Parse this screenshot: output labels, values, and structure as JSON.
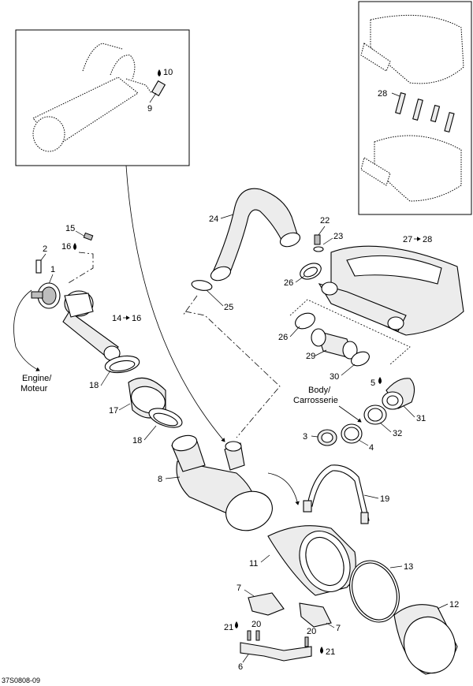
{
  "diagram": {
    "code": "37S0808-09",
    "notes": {
      "engine": [
        "Engine/",
        "Moteur"
      ],
      "body": [
        "Body/",
        "Carrosserie"
      ]
    },
    "labels": {
      "p1": "1",
      "p2": "2",
      "p3": "3",
      "p4": "4",
      "p5": "5",
      "p6": "6",
      "p7a": "7",
      "p7b": "7",
      "p8": "8",
      "p9": "9",
      "p10": "10",
      "p11": "11",
      "p12": "12",
      "p13": "13",
      "p14": "14",
      "p16_14": "16",
      "p15": "15",
      "p16": "16",
      "p17": "17",
      "p18a": "18",
      "p18b": "18",
      "p19": "19",
      "p20a": "20",
      "p20b": "20",
      "p21a": "21",
      "p21b": "21",
      "p22": "22",
      "p23": "23",
      "p24": "24",
      "p25": "25",
      "p26a": "26",
      "p26b": "26",
      "p27": "27",
      "p28_27": "28",
      "p28": "28",
      "p29": "29",
      "p30": "30",
      "p31": "31",
      "p32": "32"
    }
  }
}
